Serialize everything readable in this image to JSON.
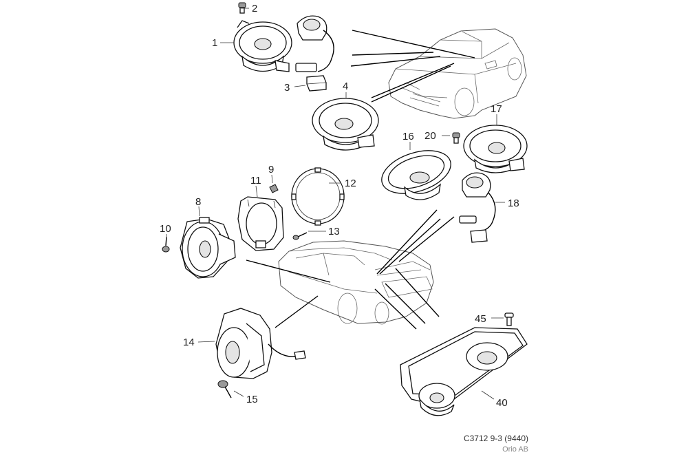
{
  "diagram": {
    "callouts": [
      "1",
      "2",
      "3",
      "4",
      "8",
      "9",
      "10",
      "11",
      "12",
      "13",
      "14",
      "15",
      "16",
      "17",
      "18",
      "20",
      "40",
      "45"
    ]
  },
  "footer": {
    "code": "C3712 9-3 (9440)",
    "owner": "Orio AB"
  }
}
